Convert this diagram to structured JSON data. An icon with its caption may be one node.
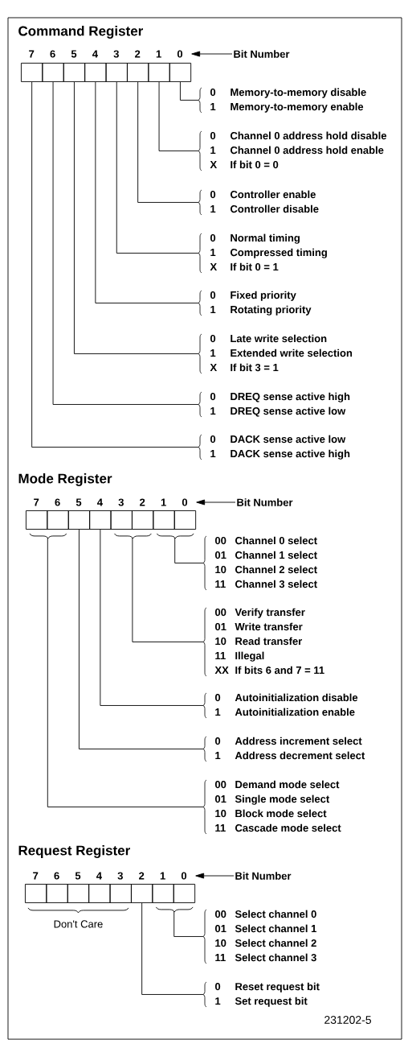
{
  "diagram": {
    "nodes": [
      {
        "text": [],
        "shape": "box",
        "beside": [
          "7"
        ]
      },
      {
        "text": [],
        "shape": "box",
        "beside": [
          "6"
        ]
      },
      {
        "text": [],
        "shape": "box",
        "beside": [
          "5"
        ]
      },
      {
        "text": [],
        "shape": "box",
        "beside": [
          "4"
        ]
      },
      {
        "text": [],
        "shape": "box",
        "beside": [
          "3"
        ]
      },
      {
        "text": [],
        "shape": "box",
        "beside": [
          "2"
        ]
      },
      {
        "text": [],
        "shape": "box",
        "beside": [
          "1"
        ]
      },
      {
        "text": [],
        "shape": "box",
        "beside": [
          "0"
        ]
      },
      {
        "text": [
          "Bit Number"
        ]
      },
      {
        "text": [
          "0",
          "Memory-to-memory disable",
          "1",
          "Memory-to-memory enable"
        ]
      },
      {
        "text": [
          "0",
          "Channel 0 address hold disable",
          "1",
          "Channel 0 address hold enable",
          "X",
          "If bit 0 = 0"
        ]
      },
      {
        "text": [
          "0",
          "Controller enable",
          "1",
          "Controller disable"
        ]
      },
      {
        "text": [
          "0",
          "Normal timing",
          "1",
          "Compressed timing",
          "X",
          "If bit 0 = 1"
        ]
      },
      {
        "text": [
          "0",
          "Fixed priority",
          "1",
          "Rotating priority"
        ]
      },
      {
        "text": [
          "0",
          "Late write selection",
          "1",
          "Extended write selection",
          "X",
          "If bit 3 = 1"
        ]
      },
      {
        "text": [
          "0",
          "DREQ sense active high",
          "1",
          "DREQ sense active low"
        ]
      },
      {
        "text": [
          "0",
          "DACK sense active low",
          "1",
          "DACK sense active high"
        ]
      },
      {
        "text": [],
        "shape": "box",
        "beside": [
          "7"
        ]
      },
      {
        "text": [],
        "shape": "box",
        "beside": [
          "6"
        ]
      },
      {
        "text": [],
        "shape": "box",
        "beside": [
          "5"
        ]
      },
      {
        "text": [],
        "shape": "box",
        "beside": [
          "4"
        ]
      },
      {
        "text": [],
        "shape": "box",
        "beside": [
          "3"
        ]
      },
      {
        "text": [],
        "shape": "box",
        "beside": [
          "2"
        ]
      },
      {
        "text": [],
        "shape": "box",
        "beside": [
          "1"
        ]
      },
      {
        "text": [],
        "shape": "box",
        "beside": [
          "0"
        ]
      },
      {
        "text": [
          "Bit Number"
        ]
      },
      {
        "text": [
          "00",
          "Channel 0 select",
          "01",
          "Channel 1 select",
          "10",
          "Channel 2 select",
          "11",
          "Channel 3 select"
        ]
      },
      {
        "text": [
          "00",
          "Verify transfer",
          "01",
          "Write transfer",
          "10",
          "Read transfer",
          "11",
          "Illegal",
          "XX",
          "If bits 6 and 7 = 11"
        ]
      },
      {
        "text": [
          "0",
          "Autoinitialization disable",
          "1",
          "Autoinitialization enable"
        ]
      },
      {
        "text": [
          "0",
          "Address increment select",
          "1",
          "Address decrement select"
        ]
      },
      {
        "text": [
          "00",
          "Demand mode select",
          "01",
          "Single mode select",
          "10",
          "Block mode select",
          "11",
          "Cascade mode select"
        ]
      },
      {
        "text": [],
        "shape": "box",
        "beside": [
          "7"
        ]
      },
      {
        "text": [],
        "shape": "box",
        "beside": [
          "6"
        ]
      },
      {
        "text": [],
        "shape": "box",
        "beside": [
          "5"
        ]
      },
      {
        "text": [],
        "shape": "box",
        "beside": [
          "4"
        ]
      },
      {
        "text": [],
        "shape": "box",
        "beside": [
          "3"
        ]
      },
      {
        "text": [],
        "shape": "box",
        "beside": [
          "2"
        ]
      },
      {
        "text": [],
        "shape": "box",
        "beside": [
          "1"
        ]
      },
      {
        "text": [],
        "shape": "box",
        "beside": [
          "0"
        ]
      },
      {
        "text": [
          "Bit Number"
        ]
      },
      {
        "text": [
          "00",
          "Select channel 0",
          "01",
          "Select channel 1",
          "10",
          "Select channel 2",
          "11",
          "Select channel 3"
        ]
      },
      {
        "text": [
          "0",
          "Reset request bit",
          "1",
          "Set request bit"
        ]
      }
    ],
    "edges": [
      {
        "from": 8,
        "to": 7,
        "arrow": "to"
      },
      {
        "from": 7,
        "to": 9,
        "arrow": "none"
      },
      {
        "from": 6,
        "to": 10,
        "arrow": "none"
      },
      {
        "from": 5,
        "to": 11,
        "arrow": "none"
      },
      {
        "from": 4,
        "to": 12,
        "arrow": "none"
      },
      {
        "from": 3,
        "to": 13,
        "arrow": "none"
      },
      {
        "from": 2,
        "to": 14,
        "arrow": "none"
      },
      {
        "from": 1,
        "to": 15,
        "arrow": "none"
      },
      {
        "from": 0,
        "to": 16,
        "arrow": "none"
      },
      {
        "from": 25,
        "to": 24,
        "arrow": "to"
      },
      {
        "from": 24,
        "to": 26,
        "arrow": "none"
      },
      {
        "from": 23,
        "to": 26,
        "arrow": "none"
      },
      {
        "from": 22,
        "to": 27,
        "arrow": "none"
      },
      {
        "from": 21,
        "to": 27,
        "arrow": "none"
      },
      {
        "from": 20,
        "to": 28,
        "arrow": "none"
      },
      {
        "from": 19,
        "to": 29,
        "arrow": "none"
      },
      {
        "from": 18,
        "to": 30,
        "arrow": "none"
      },
      {
        "from": 17,
        "to": 30,
        "arrow": "none"
      },
      {
        "from": 39,
        "to": 38,
        "arrow": "to"
      },
      {
        "from": 38,
        "to": 40,
        "arrow": "none"
      },
      {
        "from": 37,
        "to": 40,
        "arrow": "none"
      },
      {
        "from": 36,
        "to": 41,
        "arrow": "none"
      }
    ],
    "labels": [
      "Command Register",
      "Mode Register",
      "Request Register",
      "Don't Care",
      "231202-5"
    ]
  }
}
